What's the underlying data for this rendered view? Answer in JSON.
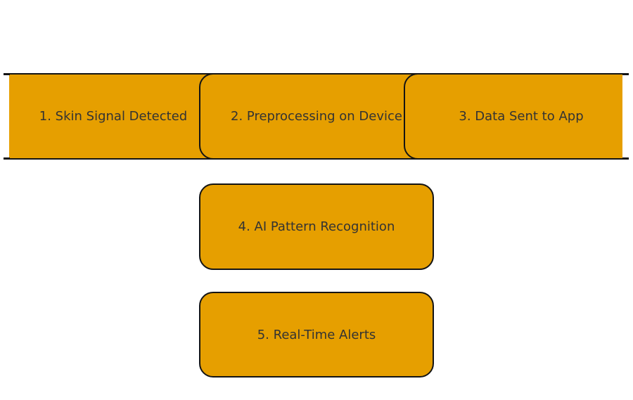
{
  "diagram": {
    "type": "process-flow",
    "background": "#ffffff",
    "box_fill": "#E69F00",
    "box_border": "#141414",
    "text_color": "#333333",
    "steps": [
      {
        "label": "1. Skin Signal Detected"
      },
      {
        "label": "2. Preprocessing on Device"
      },
      {
        "label": "3. Data Sent to App"
      },
      {
        "label": "4. AI Pattern Recognition"
      },
      {
        "label": "5. Real-Time Alerts"
      }
    ]
  }
}
